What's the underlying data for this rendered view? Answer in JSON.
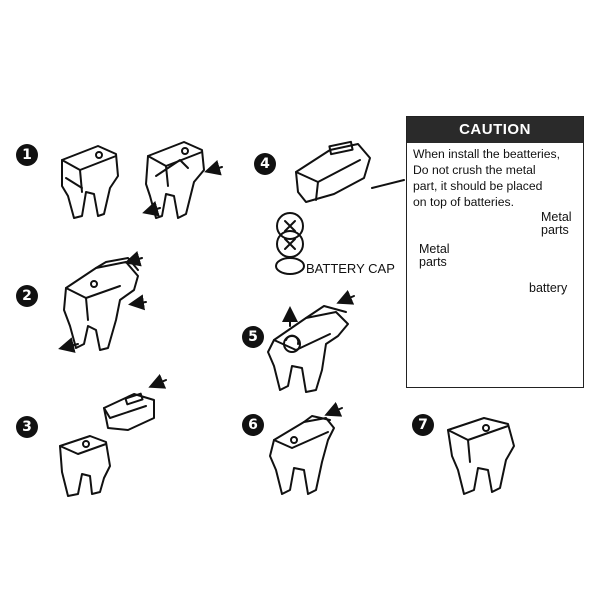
{
  "steps": [
    "1",
    "2",
    "3",
    "4",
    "5",
    "6",
    "7"
  ],
  "caution": {
    "title": "CAUTION",
    "lines": [
      "When install the beatteries,",
      "Do not crush the metal",
      "part, it should be placed",
      "on top of batteries."
    ]
  },
  "labels": {
    "metal_parts_right": [
      "Metal",
      "parts"
    ],
    "metal_parts_left": [
      "Metal",
      "parts"
    ],
    "battery": "battery",
    "battery_cap": "BATTERY CAP"
  }
}
